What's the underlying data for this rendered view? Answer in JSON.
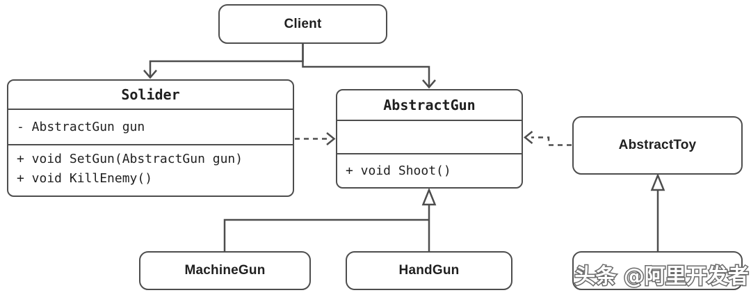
{
  "classes": {
    "client": {
      "name": "Client"
    },
    "solider": {
      "name": "Solider",
      "attributes": [
        "- AbstractGun gun"
      ],
      "methods": [
        "+ void SetGun(AbstractGun gun)",
        "+ void KillEnemy()"
      ]
    },
    "abstract_gun": {
      "name": "AbstractGun",
      "attributes": [],
      "methods": [
        "+ void Shoot()"
      ]
    },
    "abstract_toy": {
      "name": "AbstractToy"
    },
    "machine_gun": {
      "name": "MachineGun"
    },
    "hand_gun": {
      "name": "HandGun"
    }
  },
  "relations": [
    {
      "from": "Client",
      "to": "Solider",
      "style": "solid-elbow",
      "arrowhead": "open-v"
    },
    {
      "from": "Client",
      "to": "AbstractGun",
      "style": "solid-elbow",
      "arrowhead": "open-v"
    },
    {
      "from": "Solider",
      "to": "AbstractGun",
      "style": "dashed",
      "arrowhead": "open-v"
    },
    {
      "from": "AbstractToy",
      "to": "AbstractGun",
      "style": "dashed",
      "arrowhead": "open-v"
    },
    {
      "from": "MachineGun",
      "to": "AbstractGun",
      "style": "solid-elbow",
      "arrowhead": "hollow-triangle"
    },
    {
      "from": "HandGun",
      "to": "AbstractGun",
      "style": "solid",
      "arrowhead": "hollow-triangle"
    },
    {
      "from": "BottomRightBox",
      "to": "AbstractToy",
      "style": "solid",
      "arrowhead": "hollow-triangle"
    }
  ],
  "watermark": {
    "text": "头条 @阿里开发者"
  },
  "colors": {
    "border": "#4d4d4d",
    "text": "#1f1f1f",
    "background": "#ffffff",
    "box_fill": "#ffffff",
    "watermark_fill": "#ffffff",
    "watermark_outline": "#6a6a6a"
  }
}
